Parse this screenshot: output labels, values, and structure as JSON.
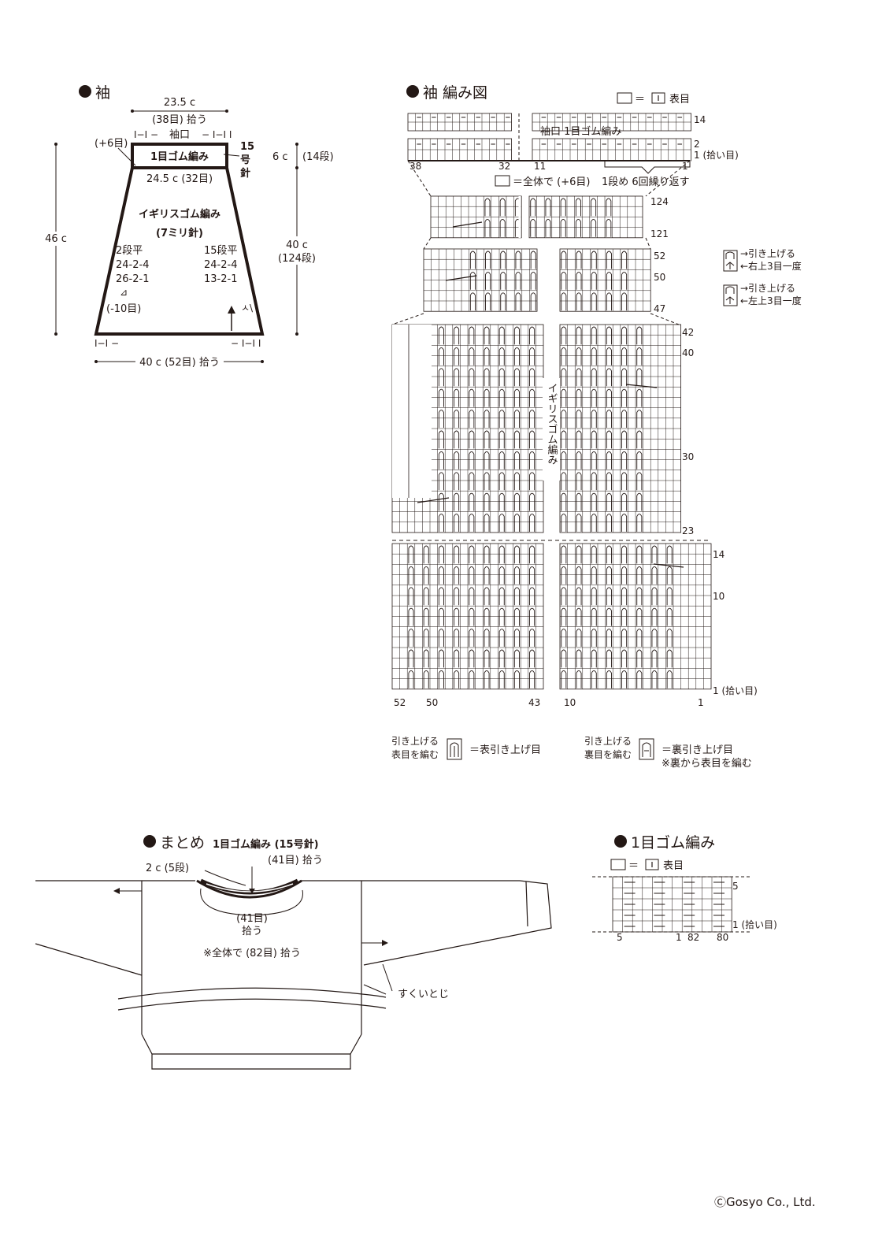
{
  "sleeve": {
    "title": "袖",
    "top_width": "23.5 c",
    "top_pick": "(38目) 拾う",
    "cuff": "袖口",
    "rib_label": "1目ゴム編み",
    "needle_15": "15号針",
    "plus6": "(+6目)",
    "height_total": "46 c",
    "cuff_height": "6 c",
    "cuff_rows": "(14段)",
    "inner_width": "24.5 c (32目)",
    "body_pattern": "イギリスゴム編み",
    "body_needle": "(7ミリ針)",
    "body_height": "40 c",
    "body_rows": "(124段)",
    "dec_left": [
      "2段平",
      "24-2-4",
      "26-2-1"
    ],
    "dec_right": [
      "15段平",
      "24-2-4",
      "13-2-1"
    ],
    "minus10": "(-10目)",
    "bottom_width": "40 c (52目) 拾う",
    "dec_symbol": "⊿"
  },
  "chart": {
    "title": "袖 編み図",
    "legend_knit": "＝",
    "legend_knit_label": "表目",
    "cuff_label": "袖口 1目ゴム編み",
    "cuff_rows": [
      "14",
      "2",
      "1 (拾い目)"
    ],
    "cuff_cols": [
      "38",
      "32",
      "11",
      "1"
    ],
    "inc_note": "＝全体で (+6目)",
    "repeat_note": "1段め 6回繰り返す",
    "rows_top": [
      "124",
      "121"
    ],
    "rows_mid1": [
      "52",
      "50",
      "47"
    ],
    "rows_mid2": [
      "42",
      "40",
      "30",
      "23"
    ],
    "rows_bot": [
      "14",
      "10",
      "1 (拾い目)"
    ],
    "cols_bot": [
      "52",
      "50",
      "43",
      "10",
      "1"
    ],
    "body_label": "イギリスゴム編み",
    "legend_dec1": [
      "→引き上げる",
      "←右上3目一度"
    ],
    "legend_dec2": [
      "→引き上げる",
      "←左上3目一度"
    ],
    "legend_bottom1": [
      "引き上げる",
      "表目を編む",
      "＝表引き上げ目"
    ],
    "legend_bottom2": [
      "引き上げる",
      "裏目を編む",
      "＝裏引き上げ目",
      "※裏から表目を編む"
    ]
  },
  "assembly": {
    "title": "まとめ",
    "subtitle": "1目ゴム編み (15号針)",
    "collar_height": "2 c (5段)",
    "pick_back": "(41目) 拾う",
    "pick_front_1": "(41目)",
    "pick_front_2": "拾う",
    "total_pick": "※全体で (82目) 拾う",
    "seam": "すくいとじ"
  },
  "rib": {
    "title": "1目ゴム編み",
    "legend_label": "表目",
    "rows": [
      "5",
      "1 (拾い目)"
    ],
    "cols": [
      "5",
      "1",
      "82",
      "80"
    ]
  },
  "copyright": "ⒸGosyo Co., Ltd."
}
